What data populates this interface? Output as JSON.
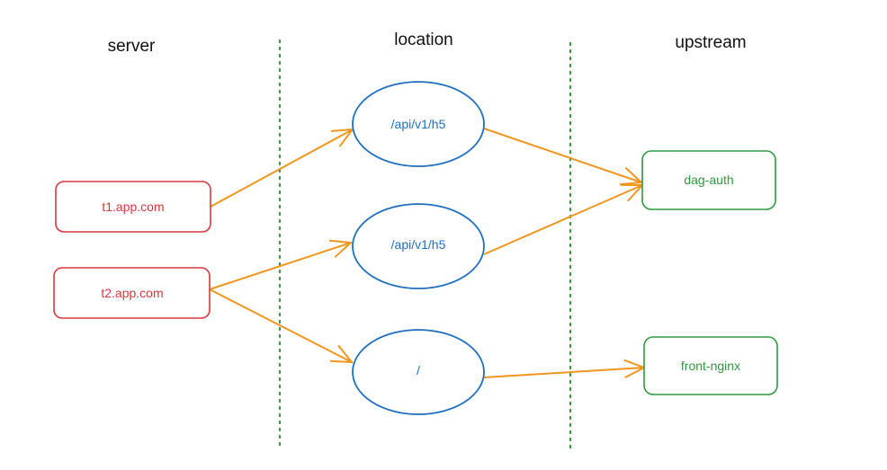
{
  "columns": {
    "server": "server",
    "location": "location",
    "upstream": "upstream"
  },
  "colors": {
    "server": "#d9363e",
    "location": "#1f6fbf",
    "upstream": "#2e9a3c",
    "arrow": "#f0961e",
    "divider": "#2e9a3c"
  },
  "nodes": {
    "servers": [
      {
        "id": "s1",
        "label": "t1.app.com"
      },
      {
        "id": "s2",
        "label": "t2.app.com"
      }
    ],
    "locations": [
      {
        "id": "l1",
        "label": "/api/v1/h5"
      },
      {
        "id": "l2",
        "label": "/api/v1/h5"
      },
      {
        "id": "l3",
        "label": "/"
      }
    ],
    "upstreams": [
      {
        "id": "u1",
        "label": "dag-auth"
      },
      {
        "id": "u2",
        "label": "front-nginx"
      }
    ]
  },
  "edges": [
    {
      "from": "s1",
      "to": "l1"
    },
    {
      "from": "s2",
      "to": "l2"
    },
    {
      "from": "s2",
      "to": "l3"
    },
    {
      "from": "l1",
      "to": "u1"
    },
    {
      "from": "l2",
      "to": "u1"
    },
    {
      "from": "l3",
      "to": "u2"
    }
  ]
}
